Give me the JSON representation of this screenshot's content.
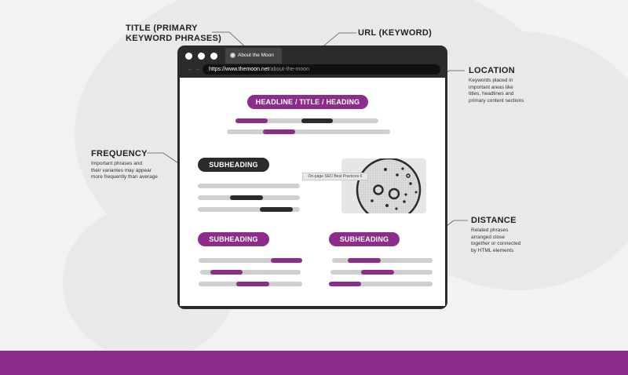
{
  "callouts": {
    "title": {
      "label": "TITLE (PRIMARY\nKEYWORD PHRASES)"
    },
    "url": {
      "label": "URL (KEYWORD)"
    },
    "location": {
      "label": "LOCATION",
      "description": "Keywords placed in\nimportant areas like\ntitles, headlines and\nprimary content sections"
    },
    "frequency": {
      "label": "FREQUENCY",
      "description": "Important phrases and\ntheir variantes may appear\nmore frequently than average"
    },
    "distance": {
      "label": "DISTANCE",
      "description": "Related phrases\narranged close\ntogether or connected\nby HTML elements"
    }
  },
  "browser": {
    "tab_title": "About the Moon",
    "nav_arrows": "← →",
    "url_host": "https://www.themoon.net",
    "url_path": "/about-the-moon"
  },
  "page": {
    "headline": "HEADLINE / TITLE / HEADING",
    "subheading_1": "SUBHEADING",
    "subheading_2": "SUBHEADING",
    "subheading_3": "SUBHEADING",
    "tooltip": "On-page SEO Best Practices 6"
  },
  "icons": [
    "moon-icon",
    "browser-dot-icon",
    "nav-arrows-icon"
  ],
  "colors": {
    "accent": "#8e2c8c",
    "dark": "#2b2b2b",
    "bar": "#cfcfcf",
    "background": "#f2f2f2"
  }
}
